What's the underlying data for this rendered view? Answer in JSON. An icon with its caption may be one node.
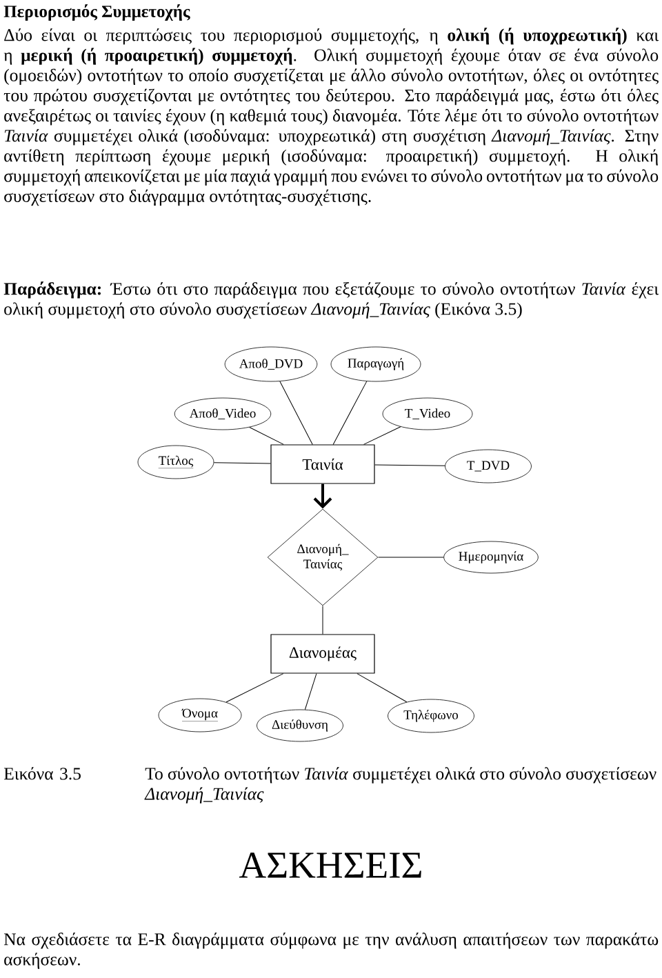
{
  "diagram": {
    "title": "Περιορισμός Συμμετοχής",
    "nodes": [
      {
        "text": [
          "Αποθ_DVD"
        ]
      },
      {
        "text": [
          "Παραγωγή"
        ]
      },
      {
        "text": [
          "Αποθ_Video"
        ]
      },
      {
        "text": [
          "T_Video"
        ]
      },
      {
        "text": [
          "Τίτλος"
        ]
      },
      {
        "text": [
          "Ταινία"
        ]
      },
      {
        "text": [
          "T_DVD"
        ]
      },
      {
        "text": [
          "Διανομή_ Ταινίας"
        ]
      },
      {
        "text": [
          "Ημερομηνία"
        ]
      },
      {
        "text": [
          "Διανομέας"
        ]
      },
      {
        "text": [
          "Όνομα"
        ]
      },
      {
        "text": [
          "Διεύθυνση"
        ]
      },
      {
        "text": [
          "Τηλέφωνο"
        ]
      }
    ],
    "edges": [
      {
        "from": 0,
        "to": 5,
        "arrow": "none"
      },
      {
        "from": 1,
        "to": 5,
        "arrow": "none"
      },
      {
        "from": 2,
        "to": 5,
        "arrow": "none"
      },
      {
        "from": 3,
        "to": 5,
        "arrow": "none"
      },
      {
        "from": 4,
        "to": 5,
        "arrow": "none"
      },
      {
        "from": 6,
        "to": 5,
        "arrow": "none"
      },
      {
        "from": 5,
        "to": 7,
        "arrow": "to",
        "style": "thick"
      },
      {
        "from": 7,
        "to": 8,
        "arrow": "none"
      },
      {
        "from": 7,
        "to": 9,
        "arrow": "none"
      },
      {
        "from": 9,
        "to": 10,
        "arrow": "none"
      },
      {
        "from": 9,
        "to": 11,
        "arrow": "none"
      },
      {
        "from": 9,
        "to": 12,
        "arrow": "none"
      }
    ],
    "labels": [
      "Δύο είναι οι περιπτώσεις του περιορισμού συμμετοχής, η **ολική (ή υποχρεωτική)** και η **μερική (ή προαιρετική) συμμετοχή**. Ολική συμμετοχή έχουμε όταν σε ένα σύνολο (ομοειδών) οντοτήτων το οποίο συσχετίζεται με άλλο σύνολο οντοτήτων, όλες οι οντότητες του πρώτου συσχετίζονται με οντότητες του δεύτερου. Στο παράδειγμά μας, έστω ότι όλες ανεξαιρέτως οι ταινίες έχουν (η καθεμιά τους) διανομέα. Τότε λέμε ότι το σύνολο οντοτήτων *Ταινία* συμμετέχει ολικά (ισοδύναμα: υποχρεωτικά) στη συσχέτιση *Διανομή_Ταινίας*. Στην αντίθετη περίπτωση έχουμε μερική (ισοδύναμα: προαιρετική) συμμετοχή. Η ολική συμμετοχή απεικονίζεται με μία παχιά γραμμή που ενώνει το σύνολο οντοτήτων μα το σύνολο συσχετίσεων στο διάγραμμα οντότητας-συσχέτισης.",
      "**Παράδειγμα:** Έστω ότι στο παράδειγμα που εξετάζουμε το σύνολο οντοτήτων *Ταινία* έχει ολική συμμετοχή στο σύνολο συσχετίσεων *Διανομή_Ταινίας* (Εικόνα 3.5)",
      "Εικόνα 3.5",
      "Το σύνολο οντοτήτων *Ταινία* συμμετέχει ολικά στο σύνολο συσχετίσεων *Διανομή_Ταινίας*",
      "ΑΣΚΗΣΕΙΣ",
      "Να σχεδιάσετε τα E-R διαγράμματα σύμφωνα με την ανάλυση απαιτήσεων των παρακάτω ασκήσεων."
    ]
  }
}
